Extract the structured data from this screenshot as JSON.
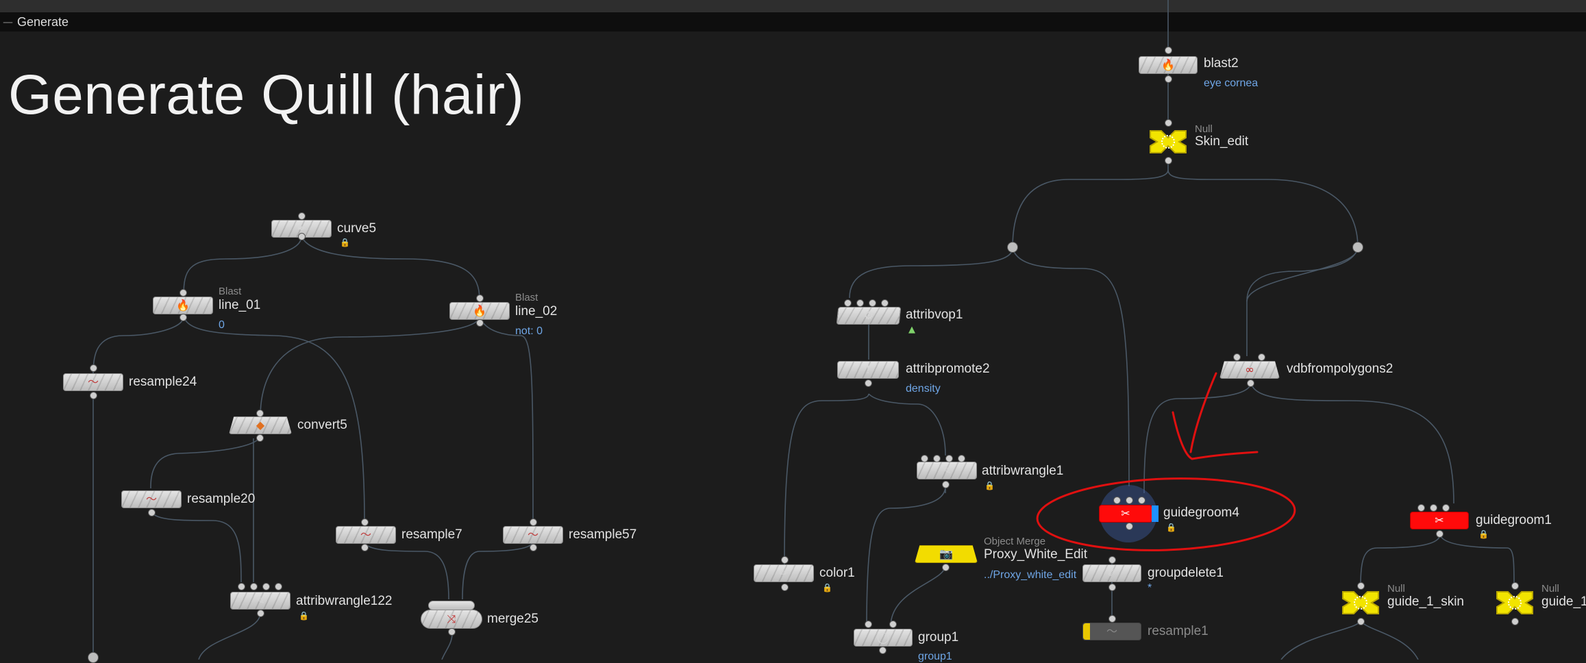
{
  "window": {
    "network_label": "Generate",
    "collapse_glyph": "—"
  },
  "sticky_note": {
    "title": "Generate Quill (hair)"
  },
  "colors": {
    "background": "#1c1c1c",
    "wire": "#4a5866",
    "annotation": "#e01010",
    "link": "#6fa6e6"
  },
  "nodes": {
    "blast2": {
      "name": "blast2",
      "sub": "eye cornea",
      "icon": "blast-icon"
    },
    "skin_edit": {
      "type": "Null",
      "name": "Skin_edit",
      "icon": "null-icon"
    },
    "curve5": {
      "name": "curve5",
      "icon": "curve-icon",
      "lock": "🔒"
    },
    "line_01": {
      "type": "Blast",
      "name": "line_01",
      "sub": "0",
      "icon": "blast-icon"
    },
    "line_02": {
      "type": "Blast",
      "name": "line_02",
      "sub": "not: 0",
      "icon": "blast-icon"
    },
    "resample24": {
      "name": "resample24",
      "icon": "resample-icon"
    },
    "convert5": {
      "name": "convert5",
      "icon": "convert-icon"
    },
    "resample20": {
      "name": "resample20",
      "icon": "resample-icon"
    },
    "resample7": {
      "name": "resample7",
      "icon": "resample-icon"
    },
    "resample57": {
      "name": "resample57",
      "icon": "resample-icon"
    },
    "attribwrangle122": {
      "name": "attribwrangle122",
      "icon": "wrangle-icon",
      "lock": "🔒"
    },
    "merge25": {
      "name": "merge25",
      "icon": "merge-icon"
    },
    "attribvop1": {
      "name": "attribvop1",
      "icon": "vop-icon"
    },
    "attribpromote2": {
      "name": "attribpromote2",
      "sub": "density",
      "icon": "promote-icon"
    },
    "attribwrangle1": {
      "name": "attribwrangle1",
      "icon": "wrangle-icon",
      "lock": "🔒"
    },
    "color1": {
      "name": "color1",
      "icon": "color-icon",
      "lock": "🔒"
    },
    "proxy_white_edit": {
      "type": "Object Merge",
      "name": "Proxy_White_Edit",
      "sub": "../Proxy_white_edit",
      "icon": "object-merge-icon"
    },
    "group1": {
      "name": "group1",
      "sub": "group1",
      "icon": "group-icon"
    },
    "vdbfrompolygons2": {
      "name": "vdbfrompolygons2",
      "icon": "vdb-icon"
    },
    "guidegroom4": {
      "name": "guidegroom4",
      "icon": "groom-icon",
      "lock": "🔒"
    },
    "groupdelete1": {
      "name": "groupdelete1",
      "sub": "*",
      "icon": "groupdelete-icon"
    },
    "resample1": {
      "name": "resample1",
      "icon": "resample-icon"
    },
    "guidegroom1": {
      "name": "guidegroom1",
      "icon": "groom-icon",
      "lock": "🔒"
    },
    "guide_1_skin": {
      "type": "Null",
      "name": "guide_1_skin",
      "icon": "null-icon"
    },
    "guide_1": {
      "type": "Null",
      "name": "guide_1",
      "icon": "null-icon"
    }
  }
}
